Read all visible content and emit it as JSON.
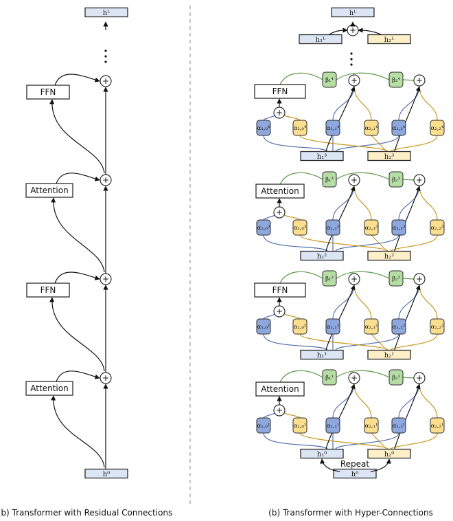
{
  "colors": {
    "hidden_fill": "#dbe5f4",
    "hidden_fill_right": "#fdf0c8",
    "stroke": "#2b2b2b",
    "blue_coef": "#8ea7dc",
    "yellow_coef": "#fbdf8f",
    "green_coef": "#b5dda4",
    "blue_line": "#4f6fae",
    "yellow_line": "#c9961c",
    "green_line": "#5a9a44"
  },
  "left": {
    "top_label": "hᴸ",
    "bottom_label": "h⁰",
    "ellipsis": "⋮",
    "plus": "+",
    "blocks": [
      "FFN",
      "Attention",
      "FFN",
      "Attention"
    ],
    "caption": "(b) Transformer with Residual Connections"
  },
  "right": {
    "top_label": "hᴸ",
    "bottom_label": "h⁰",
    "repeat_label": "Repeat",
    "ellipsis": "⋮",
    "plus": "+",
    "caption": "(b) Transformer with Hyper-Connections",
    "top_pair": [
      "h₁ᴸ",
      "h₂ᴸ"
    ],
    "layers": [
      {
        "block": "FFN",
        "betas": [
          "β₁⁴",
          "β₂⁴"
        ],
        "alphas": [
          "α₁,₀⁴",
          "α₂,₀⁴",
          "α₁,₁⁴",
          "α₂,₁⁴",
          "α₁,₂⁴",
          "α₂,₂⁴"
        ],
        "hidden": [
          "h₁³",
          "h₂³"
        ]
      },
      {
        "block": "Attention",
        "betas": [
          "β₁³",
          "β₂³"
        ],
        "alphas": [
          "α₁,₀³",
          "α₂,₀³",
          "α₁,₁³",
          "α₂,₁³",
          "α₁,₂³",
          "α₂,₂³"
        ],
        "hidden": [
          "h₁²",
          "h₂²"
        ]
      },
      {
        "block": "FFN",
        "betas": [
          "β₁²",
          "β₂²"
        ],
        "alphas": [
          "α₁,₀²",
          "α₂,₀²",
          "α₁,₁²",
          "α₂,₁²",
          "α₁,₂²",
          "α₂,₂²"
        ],
        "hidden": [
          "h₁¹",
          "h₂¹"
        ]
      },
      {
        "block": "Attention",
        "betas": [
          "β₁¹",
          "β₂¹"
        ],
        "alphas": [
          "α₁,₀¹",
          "α₂,₀¹",
          "α₁,₁¹",
          "α₂,₁¹",
          "α₁,₂¹",
          "α₂,₂¹"
        ],
        "hidden": [
          "h₁⁰",
          "h₂⁰"
        ]
      }
    ]
  }
}
